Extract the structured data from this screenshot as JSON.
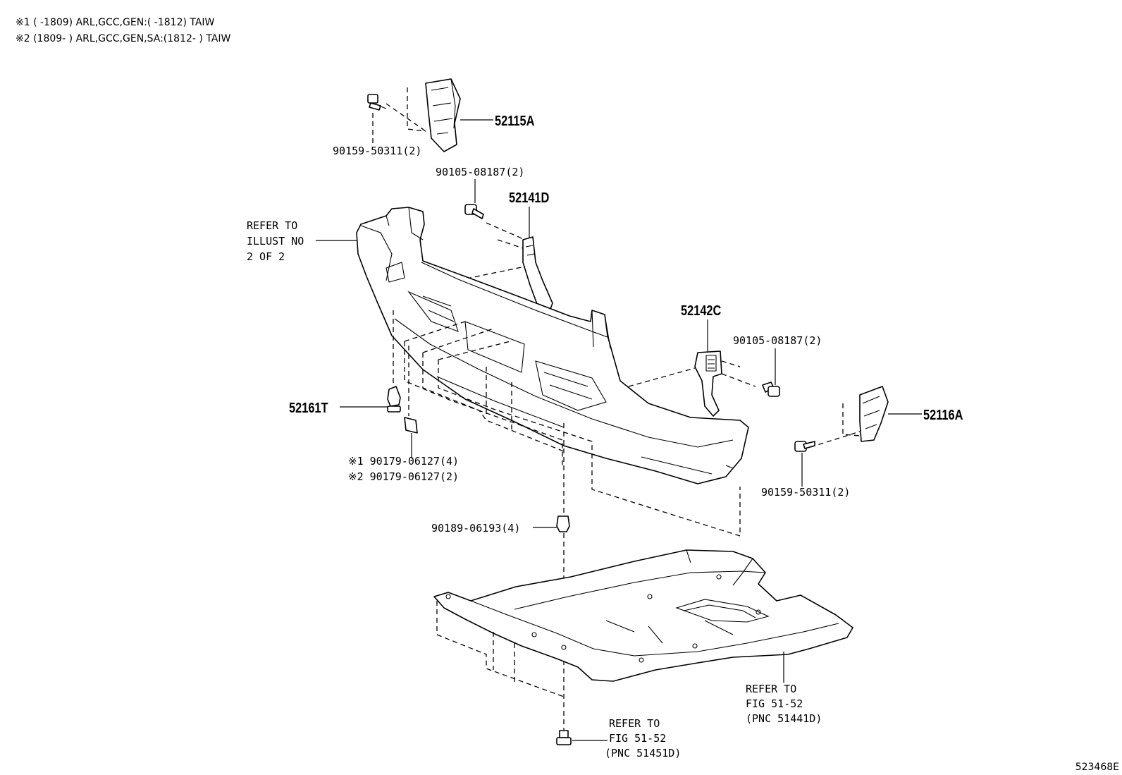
{
  "header": {
    "note1": "※1 (      -1809) ARL,GCC,GEN:(      -1812) TAIW",
    "note2": "※2 (1809-      ) ARL,GCC,GEN,SA:(1812-      ) TAIW"
  },
  "callouts": {
    "p52115A": "52115A",
    "p52141D": "52141D",
    "p52142C": "52142C",
    "p52116A": "52116A",
    "p52161T": "52161T",
    "bolt_90159_top": "90159-50311(2)",
    "bolt_90105_top": "90105-08187(2)",
    "bolt_90105_right": "90105-08187(2)",
    "bolt_90159_right": "90159-50311(2)",
    "nut_90179_1": "※1 90179-06127(4)",
    "nut_90179_2": "※2 90179-06127(2)",
    "clip_90189": "90189-06193(4)"
  },
  "refer_bumper": [
    "REFER TO",
    "ILLUST NO",
    "2 OF 2"
  ],
  "refer_cover": [
    "REFER TO",
    "FIG 51-52",
    "(PNC 51441D)"
  ],
  "refer_bolt": [
    "REFER TO",
    "FIG 51-52",
    "(PNC 51451D)"
  ],
  "diagram_id": "523468E"
}
